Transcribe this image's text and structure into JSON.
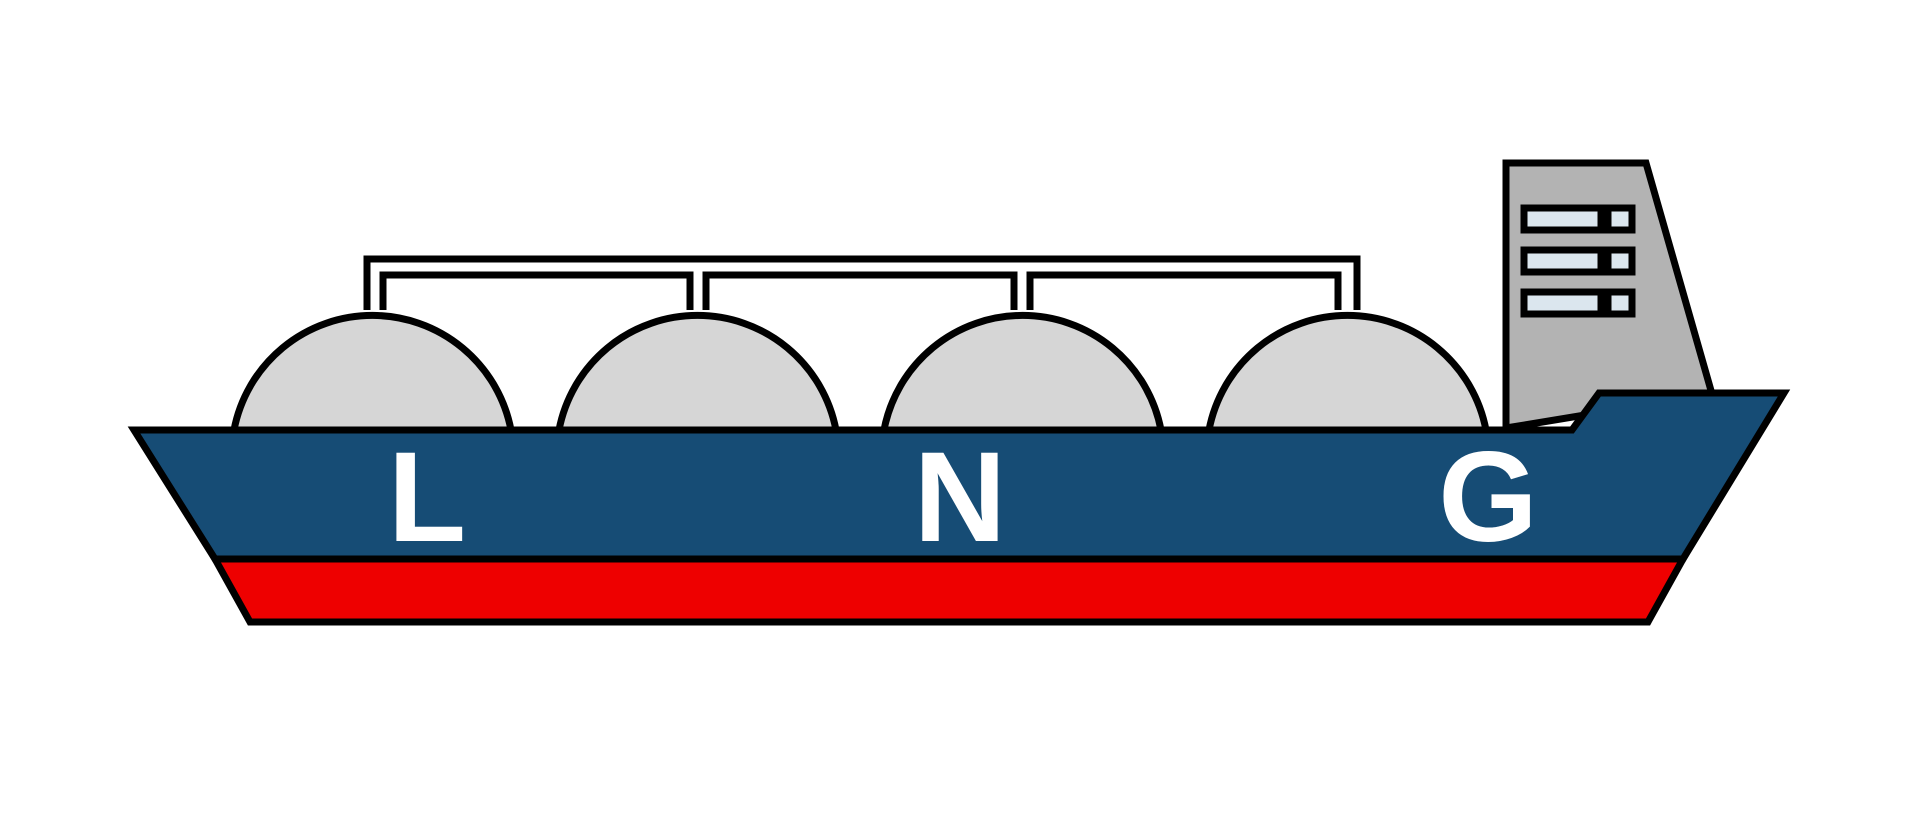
{
  "illustration": {
    "subject": "lng-carrier-ship",
    "hull_letters": [
      "L",
      "N",
      "G"
    ],
    "colors": {
      "background": "#ffffff",
      "outline": "#000000",
      "hull_upper": "#164c75",
      "hull_lower": "#ee0000",
      "tanks": "#d6d6d6",
      "bridge": "#b3b3b3",
      "windows": "#dbe6ee",
      "letters": "#ffffff"
    }
  }
}
